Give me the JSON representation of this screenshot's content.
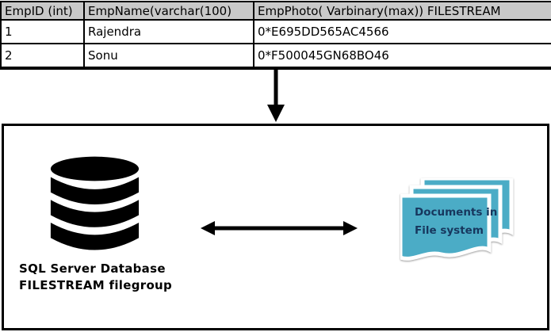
{
  "table": {
    "headers": [
      "EmpID (int)",
      "EmpName(varchar(100)",
      "EmpPhoto( Varbinary(max)) FILESTREAM"
    ],
    "rows": [
      {
        "cells": [
          "1",
          "Rajendra",
          "0*E695DD565AC4566"
        ]
      },
      {
        "cells": [
          "2",
          "Sonu",
          "0*F500045GN68BO46"
        ]
      }
    ]
  },
  "diagram": {
    "database": {
      "label_line1": "SQL Server Database",
      "label_line2": "FILESTREAM filegroup"
    },
    "documents": {
      "label_line1": "Documents in",
      "label_line2": "File system"
    },
    "icons": {
      "database_icon": "database-cylinder-stack",
      "documents_icon": "document-stack",
      "down_arrow_icon": "arrow-down",
      "double_arrow_icon": "arrow-left-right"
    },
    "colors": {
      "table_header_bg": "#c9c9c9",
      "border": "#000000",
      "document_fill": "#4bacc6",
      "document_text": "#17375e"
    }
  }
}
